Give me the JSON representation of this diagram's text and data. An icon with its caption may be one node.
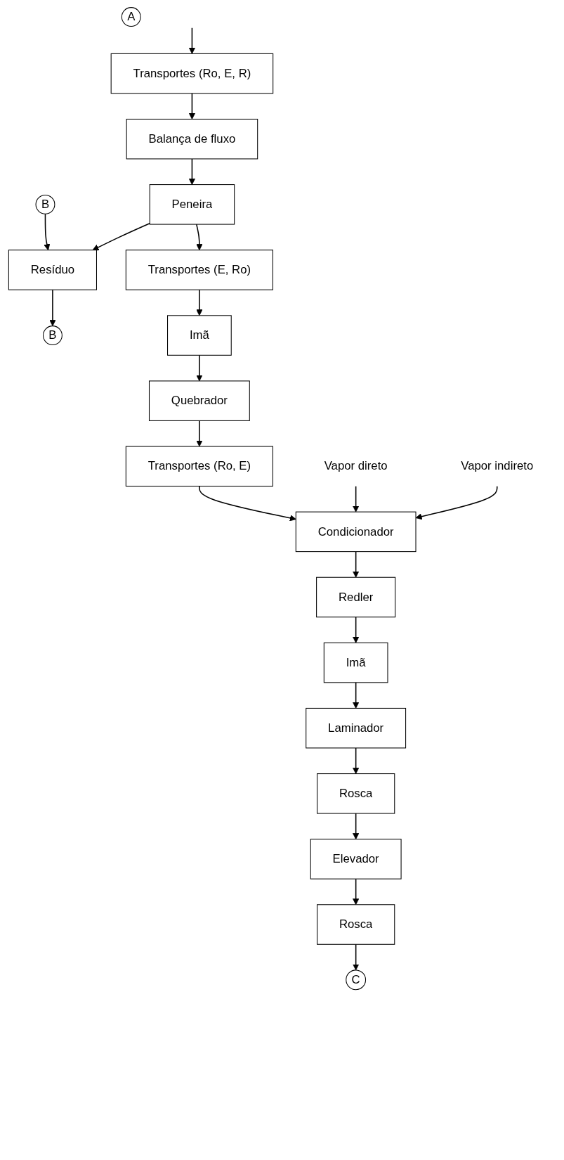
{
  "diagram": {
    "nodes": [
      {
        "text": [
          "A"
        ]
      },
      {
        "text": [
          "Transportes (Ro, E, R)"
        ]
      },
      {
        "text": [
          "Balança de fluxo"
        ]
      },
      {
        "text": [
          "B"
        ]
      },
      {
        "text": [
          "Resíduo"
        ]
      },
      {
        "text": [
          "Peneira"
        ]
      },
      {
        "text": [
          "B"
        ]
      },
      {
        "text": [
          "Transportes (E, Ro)"
        ]
      },
      {
        "text": [
          "Imã"
        ]
      },
      {
        "text": [
          "Quebrador"
        ]
      },
      {
        "text": [
          "Transportes (Ro, E)"
        ]
      },
      {
        "text": [
          "Vapor direto"
        ]
      },
      {
        "text": [
          "Vapor indireto"
        ]
      },
      {
        "text": [
          "Condicionador"
        ]
      },
      {
        "text": [
          "Redler"
        ]
      },
      {
        "text": [
          "Imã"
        ]
      },
      {
        "text": [
          "Laminador"
        ]
      },
      {
        "text": [
          "Rosca"
        ]
      },
      {
        "text": [
          "Elevador"
        ]
      },
      {
        "text": [
          "Rosca"
        ]
      },
      {
        "text": [
          "C"
        ]
      }
    ],
    "edges": [
      {
        "from": null,
        "to": 1,
        "arrow": "to"
      },
      {
        "from": 1,
        "to": 2,
        "arrow": "to"
      },
      {
        "from": 3,
        "to": 4,
        "arrow": "to"
      },
      {
        "from": 2,
        "to": 5,
        "arrow": "to"
      },
      {
        "from": 5,
        "to": 4,
        "arrow": "to"
      },
      {
        "from": 4,
        "to": 6,
        "arrow": "to"
      },
      {
        "from": 5,
        "to": 7,
        "arrow": "to"
      },
      {
        "from": 7,
        "to": 8,
        "arrow": "to"
      },
      {
        "from": 8,
        "to": 9,
        "arrow": "to"
      },
      {
        "from": 9,
        "to": 10,
        "arrow": "to"
      },
      {
        "from": 10,
        "to": 13,
        "arrow": "to"
      },
      {
        "from": 11,
        "to": 13,
        "arrow": "to"
      },
      {
        "from": 12,
        "to": 13,
        "arrow": "to"
      },
      {
        "from": 13,
        "to": 14,
        "arrow": "to"
      },
      {
        "from": 14,
        "to": 15,
        "arrow": "to"
      },
      {
        "from": 15,
        "to": 16,
        "arrow": "to"
      },
      {
        "from": 16,
        "to": 17,
        "arrow": "to"
      },
      {
        "from": 17,
        "to": 18,
        "arrow": "to"
      },
      {
        "from": 18,
        "to": 19,
        "arrow": "to"
      },
      {
        "from": 19,
        "to": 20,
        "arrow": "to"
      }
    ]
  }
}
